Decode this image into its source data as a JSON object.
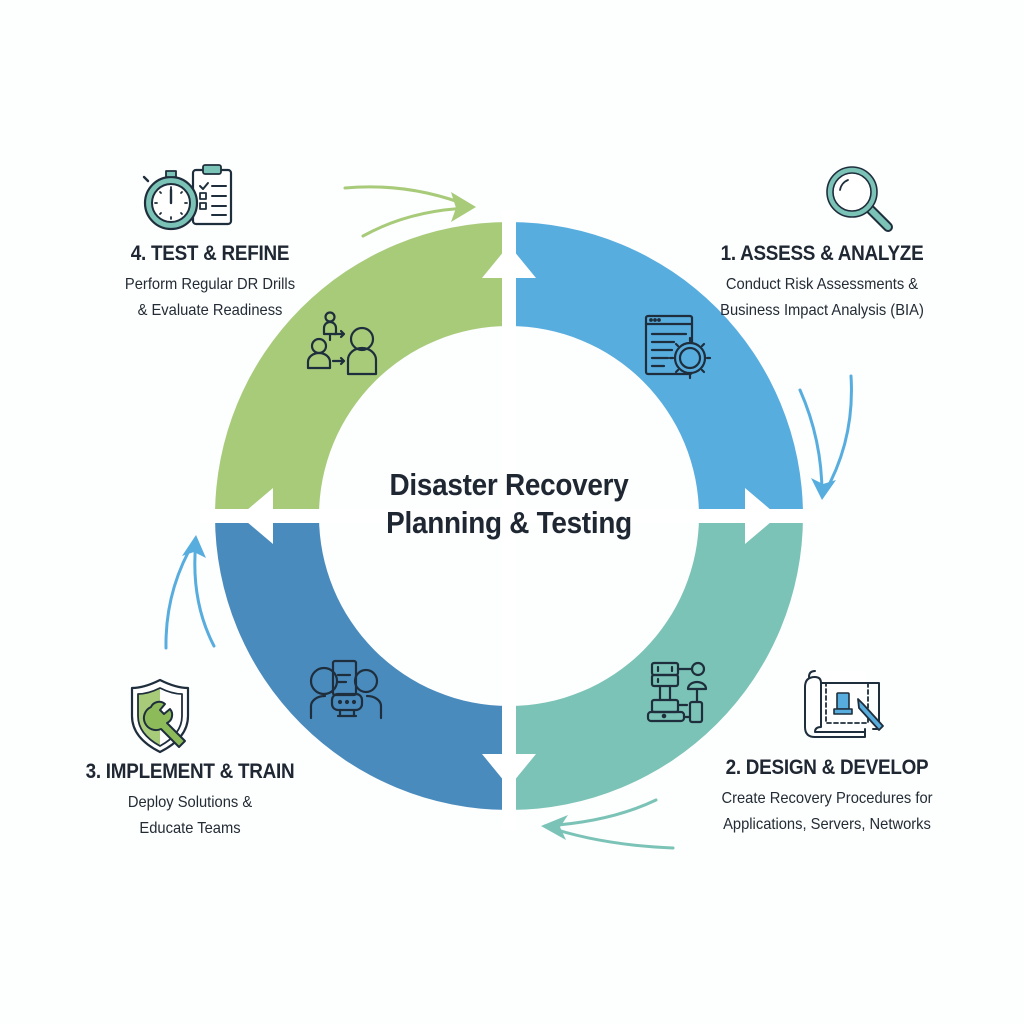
{
  "diagram": {
    "center_title": [
      "Disaster Recovery",
      "Planning & Testing"
    ],
    "colors": {
      "assess": "#58ADDF",
      "design": "#7BC3B6",
      "implement": "#4A8BBE",
      "test": "#A8CB7A",
      "icon_stroke": "#1F2E3C",
      "text": "#1F2732"
    },
    "steps": [
      {
        "id": "assess",
        "title": "1. ASSESS & ANALYZE",
        "description": [
          "Conduct Risk Assessments &",
          "Business Impact Analysis (BIA)"
        ],
        "outer_icon": "magnifying-glass-icon",
        "ring_icon": "browser-gear-icon"
      },
      {
        "id": "design",
        "title": "2. DESIGN & DEVELOP",
        "description": [
          "Create Recovery Procedures for",
          "Applications, Servers, Networks"
        ],
        "outer_icon": "blueprint-pen-icon",
        "ring_icon": "server-network-icon"
      },
      {
        "id": "implement",
        "title": "3. IMPLEMENT & TRAIN",
        "description": [
          "Deploy Solutions &",
          "Educate Teams"
        ],
        "outer_icon": "shield-wrench-icon",
        "ring_icon": "team-chat-icon"
      },
      {
        "id": "test",
        "title": "4. TEST & REFINE",
        "description": [
          "Perform Regular DR Drills",
          "& Evaluate Readiness"
        ],
        "outer_icon": "stopwatch-checklist-icon",
        "ring_icon": "people-transfer-icon"
      }
    ]
  }
}
